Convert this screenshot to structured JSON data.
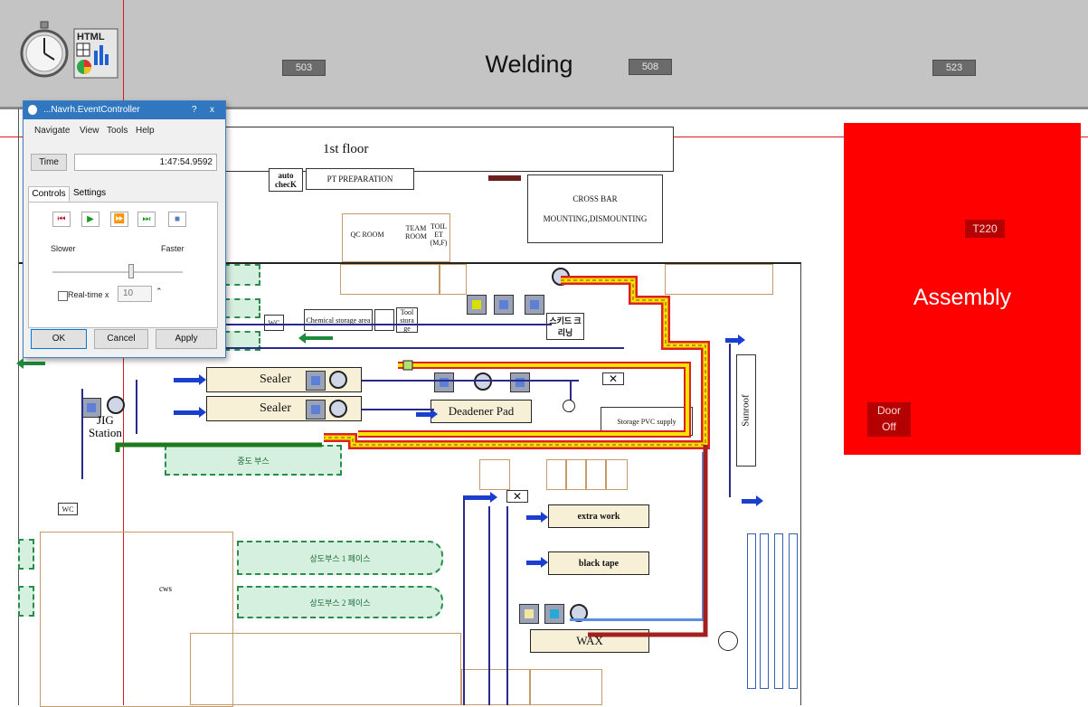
{
  "banner": {
    "title": "Welding",
    "tag_left": "503",
    "tag_mid": "508",
    "tag_right": "523"
  },
  "assembly": {
    "title": "Assembly",
    "tag": "T220",
    "door_line1": "Door",
    "door_line2": "Off"
  },
  "floorplan": {
    "floor_label": "1st floor",
    "auto_check": "auto checK",
    "pt_prep": "PT PREPARATION",
    "cross_bar_1": "CROSS BAR",
    "cross_bar_2": "MOUNTING,DISMOUNTING",
    "qc_room": "QC ROOM",
    "team_room": "TEAM ROOM",
    "toilet": "TOIL ET (M,F)",
    "wc_1": "WC",
    "wc_2": "WC",
    "chemical": "Chemical storage area",
    "tool_storage": "Tool stora ge",
    "sealer_1": "Sealer",
    "sealer_2": "Sealer",
    "deadener": "Deadener Pad",
    "jig_1": "JIG",
    "jig_2": "Station",
    "sunroof": "Sunroof",
    "storage_pvc": "Storage PVC supply",
    "extra_work": "extra work",
    "black_tape": "black tape",
    "wax": "WAX",
    "cws": "cws",
    "korean_skid": "스키드 크리닝",
    "korean_middle_booth": "중도 부스",
    "korean_top_booth_1": "상도부스 1 페이스",
    "korean_top_booth_2": "상도부스 2 페이스"
  },
  "dialog": {
    "title": "...Navrh.EventController",
    "help": "?",
    "close": "x",
    "menu": [
      "Navigate",
      "View",
      "Tools",
      "Help"
    ],
    "time_label": "Time",
    "time_value": "1:47:54.9592",
    "tabs": [
      "Controls",
      "Settings"
    ],
    "slower": "Slower",
    "faster": "Faster",
    "slider_position": 0.5,
    "realtime_label": "Real-time x",
    "realtime_value": "10",
    "ok": "OK",
    "cancel": "Cancel",
    "apply": "Apply"
  },
  "colors": {
    "banner": "#c4c4c4",
    "assembly": "#ff0000",
    "conveyor_red": "#e02020",
    "conveyor_yellow": "#f2e600"
  }
}
